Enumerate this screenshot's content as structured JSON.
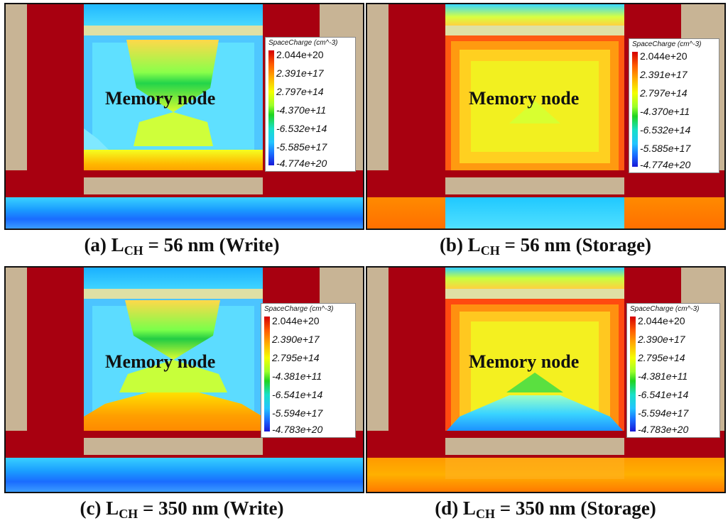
{
  "legend_title": "SpaceCharge (cm^-3)",
  "node_label": "Memory node",
  "colors": {
    "metal_red": "#a80010",
    "oxide_tan": "#c8b495",
    "oxide_light": "#dfe0a4",
    "space_charge_max": "#d40000",
    "space_charge_min": "#1818d8"
  },
  "panels": [
    {
      "id": "a",
      "mode": "Write",
      "caption": {
        "prefix": "(a) L",
        "sub": "CH",
        "suffix": " = 56 nm (Write)"
      },
      "legend_values": [
        "2.044e+20",
        "2.391e+17",
        "2.797e+14",
        "-4.370e+11",
        "-6.532e+14",
        "-5.585e+17",
        "-4.774e+20"
      ]
    },
    {
      "id": "b",
      "mode": "Storage",
      "caption": {
        "prefix": "(b) L",
        "sub": "CH",
        "suffix": " = 56 nm (Storage)"
      },
      "legend_values": [
        "2.044e+20",
        "2.391e+17",
        "2.797e+14",
        "-4.370e+11",
        "-6.532e+14",
        "-5.585e+17",
        "-4.774e+20"
      ]
    },
    {
      "id": "c",
      "mode": "Write",
      "caption": {
        "prefix": "(c) L",
        "sub": "CH",
        "suffix": " = 350 nm (Write)"
      },
      "legend_values": [
        "2.044e+20",
        "2.390e+17",
        "2.795e+14",
        "-4.381e+11",
        "-6.541e+14",
        "-5.594e+17",
        "-4.783e+20"
      ]
    },
    {
      "id": "d",
      "mode": "Storage",
      "caption": {
        "prefix": "(d) L",
        "sub": "CH",
        "suffix": " = 350 nm (Storage)"
      },
      "legend_values": [
        "2.044e+20",
        "2.390e+17",
        "2.795e+14",
        "-4.381e+11",
        "-6.541e+14",
        "-5.594e+17",
        "-4.783e+20"
      ]
    }
  ]
}
